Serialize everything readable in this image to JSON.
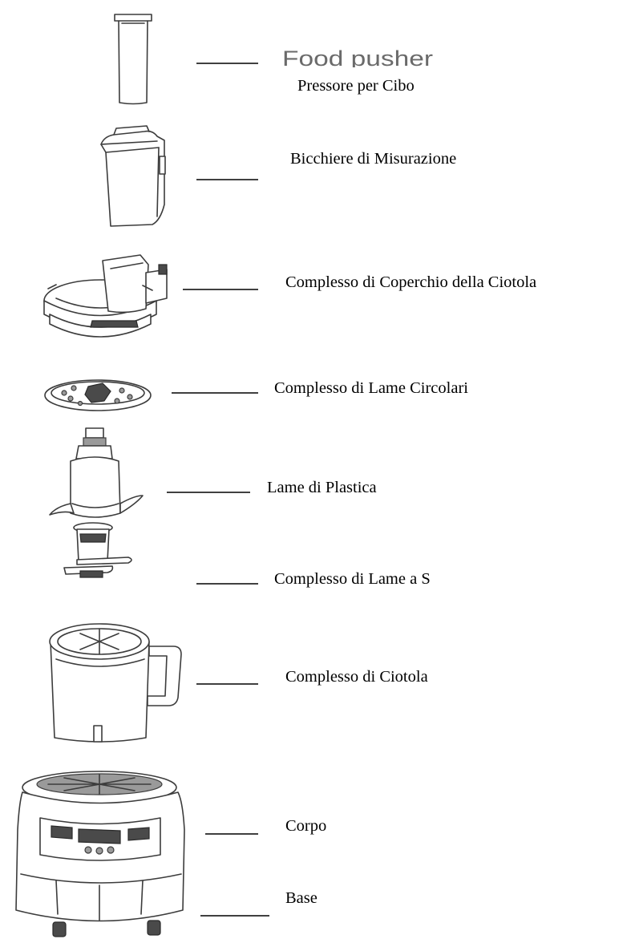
{
  "overlapping_text": "Food pusher",
  "parts": [
    {
      "id": "food-pusher",
      "label": "Pressore per Cibo"
    },
    {
      "id": "measuring-cup",
      "label": "Bicchiere di Misurazione"
    },
    {
      "id": "lid-assembly",
      "label": "Complesso di Coperchio della Ciotola"
    },
    {
      "id": "disc-assembly",
      "label": "Complesso di Lame Circolari"
    },
    {
      "id": "plastic-blade",
      "label": "Lame di Plastica"
    },
    {
      "id": "s-blade-assembly",
      "label": "Complesso di Lame a S"
    },
    {
      "id": "bowl-assembly",
      "label": "Complesso di Ciotola"
    },
    {
      "id": "body",
      "label": "Corpo"
    },
    {
      "id": "base",
      "label": "Base"
    }
  ]
}
